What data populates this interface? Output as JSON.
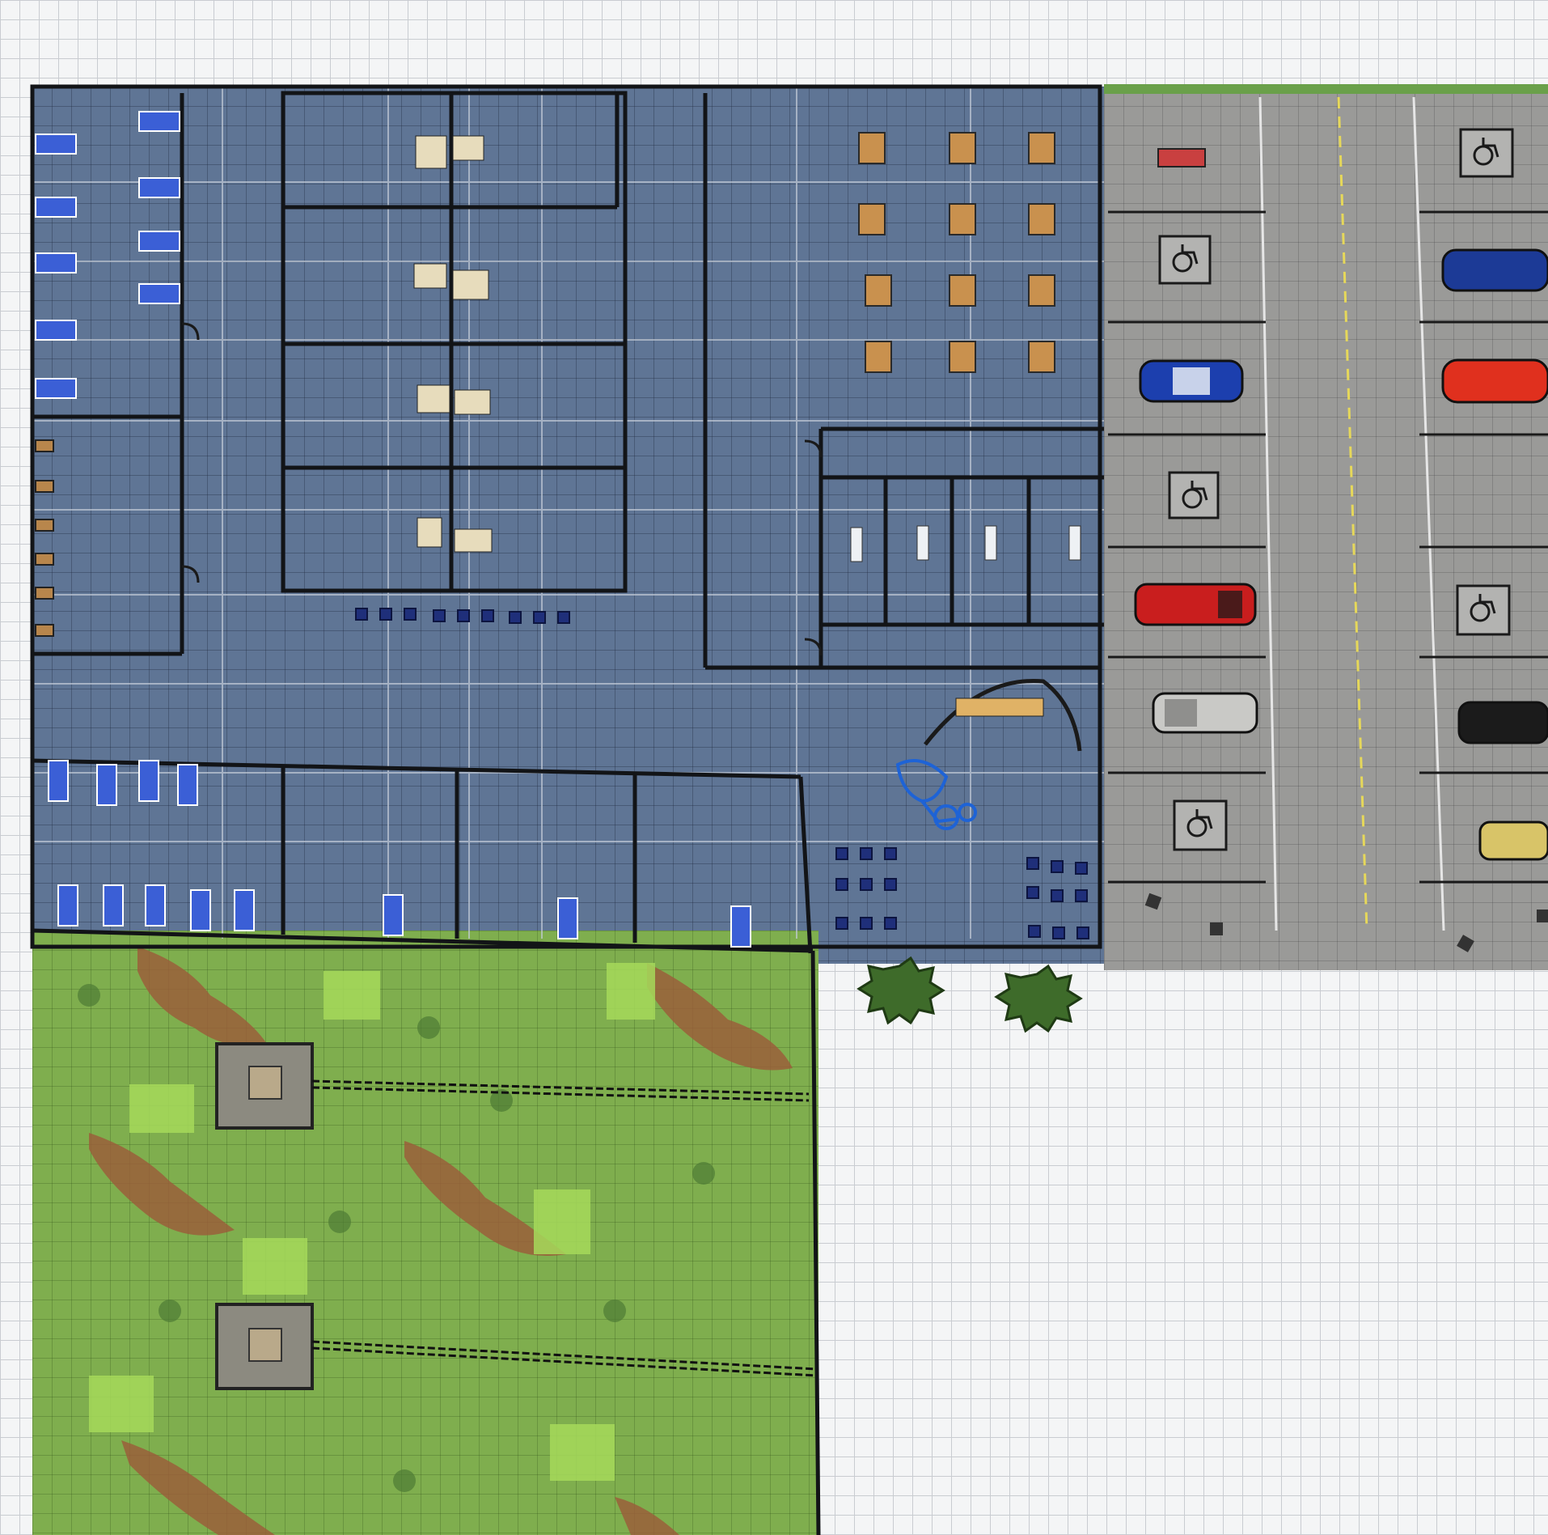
{
  "map": {
    "zones": [
      {
        "name": "office-building",
        "fill": "#5f7595"
      },
      {
        "name": "parking-lot",
        "fill": "#9a9a98"
      },
      {
        "name": "lawn-yard",
        "fill": "#7fae4e"
      }
    ],
    "colors": {
      "wall": "#121417",
      "floor": "#5f7595",
      "floor_gridline": "#c4ccd8",
      "asphalt": "#9a9a98",
      "lane_line": "#e6e6e6",
      "center_line": "#e6d85a",
      "grass": "#7fae4e",
      "grass_light": "#a6d95a",
      "dirt": "#9c5a3a",
      "desk": "#e7dcbc",
      "table": "#c9914e",
      "chair": "#1f2f7a",
      "bed_blue": "#3b5fd6",
      "tree": "#3e6b2a"
    },
    "icons": [
      "wheelchair-accessible-icon",
      "car-icon",
      "person-icon",
      "tree-icon",
      "chair-icon",
      "table-icon",
      "bed-icon",
      "desk-icon",
      "door-swing-icon",
      "stone-slab-icon",
      "bush-icon"
    ],
    "parked_car_colors": [
      "#1c3fae",
      "#d82a1c",
      "#c91e1e",
      "#c9c9c6",
      "#1b1b1b",
      "#d8c468"
    ]
  }
}
